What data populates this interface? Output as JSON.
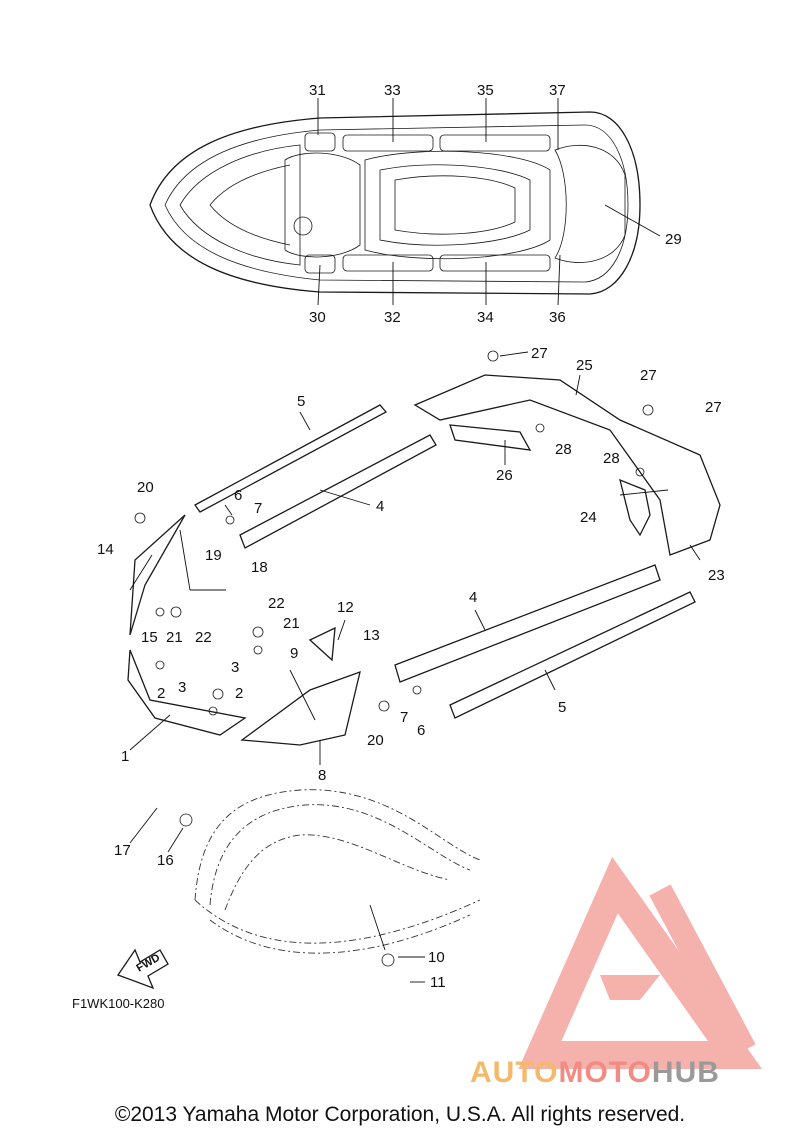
{
  "diagram": {
    "callouts": [
      "31",
      "33",
      "35",
      "37",
      "29",
      "30",
      "32",
      "34",
      "36",
      "27",
      "25",
      "27",
      "27",
      "5",
      "28",
      "26",
      "28",
      "24",
      "20",
      "6",
      "7",
      "4",
      "14",
      "19",
      "18",
      "23",
      "15",
      "21",
      "22",
      "22",
      "21",
      "12",
      "13",
      "4",
      "9",
      "3",
      "2",
      "3",
      "2",
      "5",
      "1",
      "20",
      "7",
      "6",
      "8",
      "17",
      "16",
      "10",
      "11"
    ],
    "fwd_label": "FWD",
    "drawing_code": "F1WK100-K280"
  },
  "watermark": {
    "part1": "AUTO",
    "part2": "MOTO",
    "part3": "HUB",
    "colors": [
      "#f4b96a",
      "#f28b84",
      "#9a9a9a"
    ]
  },
  "footer": {
    "copyright": "©2013 Yamaha Motor Corporation, U.S.A. All rights reserved."
  }
}
